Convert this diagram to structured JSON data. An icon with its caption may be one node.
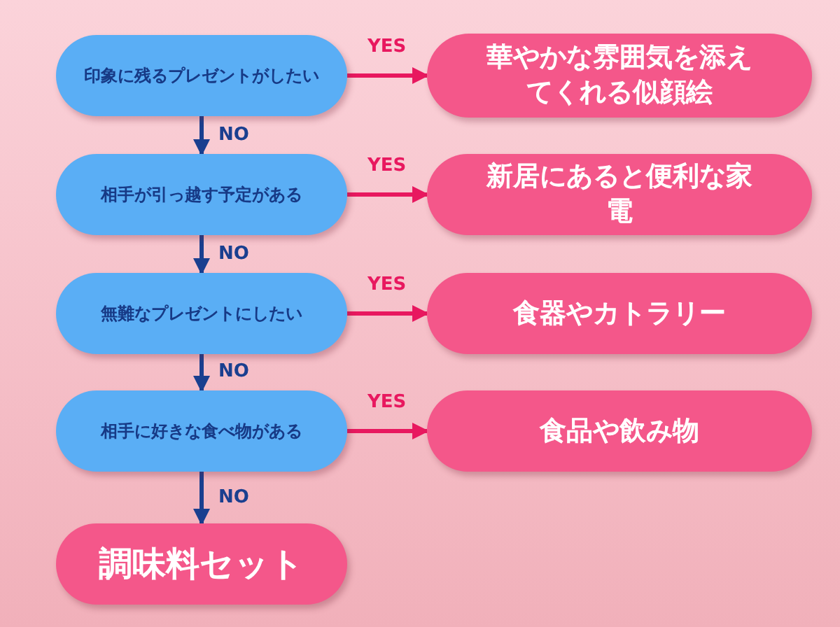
{
  "diagram": {
    "nodes": [
      {
        "text": [
          "印象に残るプレゼントがしたい"
        ]
      },
      {
        "text": [
          "華やかな雰囲気を添えてくれる似顔絵"
        ]
      },
      {
        "text": [
          "相手が引っ越す予定がある"
        ]
      },
      {
        "text": [
          "新居にあると便利な家電"
        ]
      },
      {
        "text": [
          "無難なプレゼントにしたい"
        ]
      },
      {
        "text": [
          "食器やカトラリー"
        ]
      },
      {
        "text": [
          "相手に好きな食べ物がある"
        ]
      },
      {
        "text": [
          "食品や飲み物"
        ]
      },
      {
        "text": [
          "調味料セット"
        ]
      }
    ],
    "edges": [
      {
        "from": 0,
        "to": 1,
        "arrow": "to",
        "label": "YES",
        "color": "#e8185f"
      },
      {
        "from": 0,
        "to": 2,
        "arrow": "to",
        "label": "NO",
        "color": "#1a3f8f"
      },
      {
        "from": 2,
        "to": 3,
        "arrow": "to",
        "label": "YES",
        "color": "#e8185f"
      },
      {
        "from": 2,
        "to": 4,
        "arrow": "to",
        "label": "NO",
        "color": "#1a3f8f"
      },
      {
        "from": 4,
        "to": 5,
        "arrow": "to",
        "label": "YES",
        "color": "#e8185f"
      },
      {
        "from": 4,
        "to": 6,
        "arrow": "to",
        "label": "NO",
        "color": "#1a3f8f"
      },
      {
        "from": 6,
        "to": 7,
        "arrow": "to",
        "label": "YES",
        "color": "#e8185f"
      },
      {
        "from": 6,
        "to": 8,
        "arrow": "to",
        "label": "NO",
        "color": "#1a3f8f"
      }
    ]
  }
}
